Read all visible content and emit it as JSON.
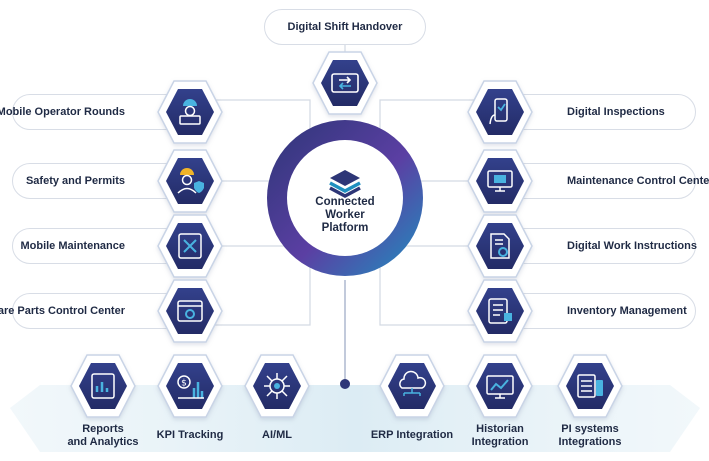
{
  "top": {
    "label": "Digital Shift Handover",
    "icon": "tablet-swap-icon"
  },
  "center": {
    "line1": "Connected",
    "line2": "Worker",
    "line3": "Platform",
    "icon": "layers-logo-icon"
  },
  "left_items": [
    {
      "label": "Mobile Operator Rounds",
      "icon": "operator-laptop-icon"
    },
    {
      "label": "Safety and Permits",
      "icon": "worker-shield-icon"
    },
    {
      "label": "Mobile Maintenance",
      "icon": "tablet-tools-icon"
    },
    {
      "label": "Spare Parts Control Center",
      "icon": "browser-gear-icon"
    }
  ],
  "right_items": [
    {
      "label": "Digital Inspections",
      "icon": "phone-hand-icon"
    },
    {
      "label": "Maintenance Control Center",
      "icon": "monitor-icon"
    },
    {
      "label": "Digital Work Instructions",
      "icon": "document-gear-icon"
    },
    {
      "label": "Inventory Management",
      "icon": "checklist-icon"
    }
  ],
  "bottom_items": [
    {
      "line1": "Reports",
      "line2": "and Analytics",
      "icon": "report-chart-icon"
    },
    {
      "line1": "KPI Tracking",
      "line2": "",
      "icon": "dollar-bars-icon"
    },
    {
      "line1": "AI/ML",
      "line2": "",
      "icon": "ai-chip-icon"
    },
    {
      "line1": "ERP Integration",
      "line2": "",
      "icon": "cloud-network-icon"
    },
    {
      "line1": "Historian",
      "line2": "Integration",
      "icon": "line-chart-monitor-icon"
    },
    {
      "line1": "PI systems",
      "line2": "Integrations",
      "icon": "pi-server-icon"
    }
  ],
  "colors": {
    "navy": "#2d3677",
    "teal": "#1f8fbf",
    "purple": "#5b3fa3",
    "pill_border": "#d8dde6",
    "text": "#1f2a44",
    "band": "#e6f0f6"
  }
}
